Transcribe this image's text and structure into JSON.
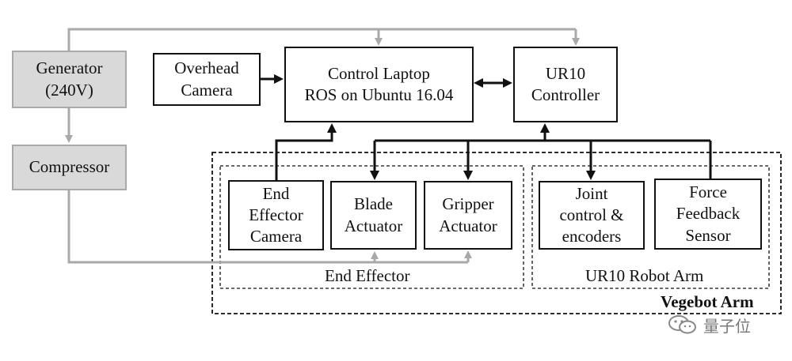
{
  "nodes": {
    "generator": "Generator\n(240V)",
    "compressor": "Compressor",
    "overhead_camera": "Overhead\nCamera",
    "control_laptop": "Control Laptop\nROS on Ubuntu 16.04",
    "ur10_controller": "UR10\nController",
    "end_effector_camera": "End\nEffector\nCamera",
    "blade_actuator": "Blade\nActuator",
    "gripper_actuator": "Gripper\nActuator",
    "joint_control": "Joint\ncontrol &\nencoders",
    "force_sensor": "Force\nFeedback\nSensor"
  },
  "groups": {
    "end_effector": "End Effector",
    "ur10_robot_arm": "UR10 Robot Arm",
    "vegebot_arm": "Vegebot Arm"
  },
  "watermark": "量子位",
  "colors": {
    "gray_line": "#a9a9a9",
    "black_line": "#111111",
    "gray_fill": "#d9d9d9"
  }
}
